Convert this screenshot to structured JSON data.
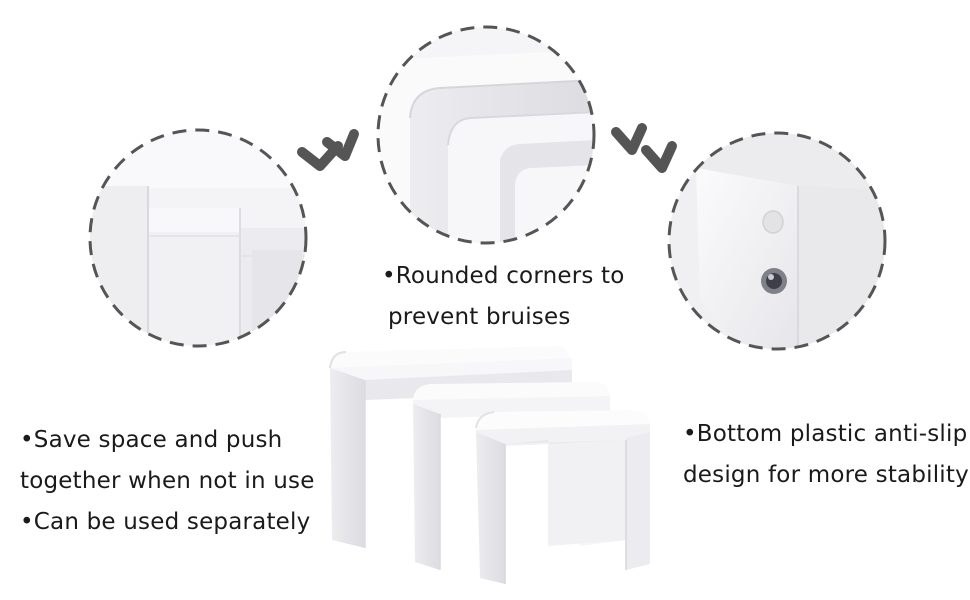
{
  "captions": {
    "rounded": [
      "•Rounded corners to",
      "prevent bruises"
    ],
    "left": [
      "•Save space and push",
      "together when not in use",
      "•Can be used separately"
    ],
    "right": [
      "•Bottom plastic anti-slip",
      "design for more stability"
    ]
  },
  "colors": {
    "background": "#ffffff",
    "dashed_border": "#555555",
    "arrow": "#555555",
    "furniture": "#f3f3f5"
  },
  "icons": {
    "arrow_1": "double-chevron-right-icon",
    "arrow_2": "double-chevron-right-icon"
  }
}
